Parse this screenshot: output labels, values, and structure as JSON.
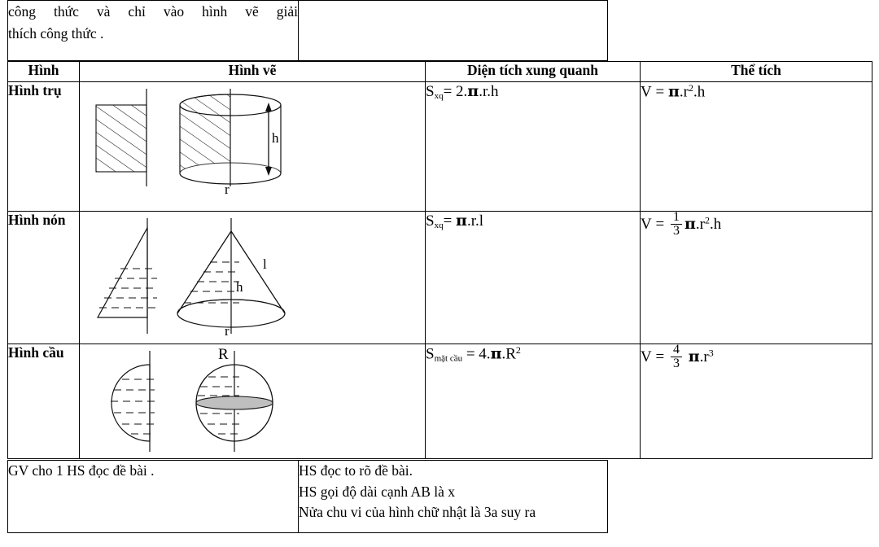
{
  "intro": {
    "line1": "công thức và chỉ vào  hình vẽ giải",
    "line2": "thích công thức ."
  },
  "table": {
    "headers": {
      "shape": "Hình",
      "drawing": "Hình vẽ",
      "lateral_area": "Diện tích xung quanh",
      "volume": "Thể tích"
    },
    "rows": [
      {
        "name": "Hình trụ",
        "labels": {
          "radius": "r",
          "height": "h"
        },
        "lateral_area": {
          "symbol": "S",
          "subscript": "xq",
          "equals": "= 2.",
          "pi": "π",
          "rest": ".r.h"
        },
        "volume": {
          "symbol": "V",
          "equals": "= ",
          "pi": "π",
          "var": ".r",
          "sup": "2",
          "rest": ".h"
        }
      },
      {
        "name": "Hình nón",
        "labels": {
          "radius": "r",
          "height": "h",
          "slant": "l"
        },
        "lateral_area": {
          "symbol": "S",
          "subscript": "xq",
          "equals": "= ",
          "pi": "π",
          "rest": ".r.l"
        },
        "volume": {
          "symbol": "V",
          "equals": "= ",
          "frac_num": "1",
          "frac_den": "3",
          "pi": "π",
          "var": ".r",
          "sup": "2",
          "rest": ".h"
        }
      },
      {
        "name": "Hình cầu",
        "labels": {
          "radius": "R"
        },
        "lateral_area": {
          "symbol": "S",
          "subscript": "mặt cầu",
          "equals": " = 4.",
          "pi": "π",
          "rest": ".R",
          "sup": "2"
        },
        "volume": {
          "symbol": "V",
          "equals": "= ",
          "frac_num": "4",
          "frac_den": "3",
          "pi": "π",
          "var": ".r",
          "sup": "3",
          "rest": ""
        }
      }
    ]
  },
  "notes": {
    "left": "GV cho 1 HS đọc đề bài .",
    "right": [
      "HS đọc to rõ đề bài.",
      "HS gọi độ dài cạnh AB là x",
      "Nửa chu vi của hình chữ nhật là 3a suy ra"
    ]
  },
  "colors": {
    "ink": "#000000",
    "page": "#ffffff",
    "shade": "#bfbfbf"
  }
}
